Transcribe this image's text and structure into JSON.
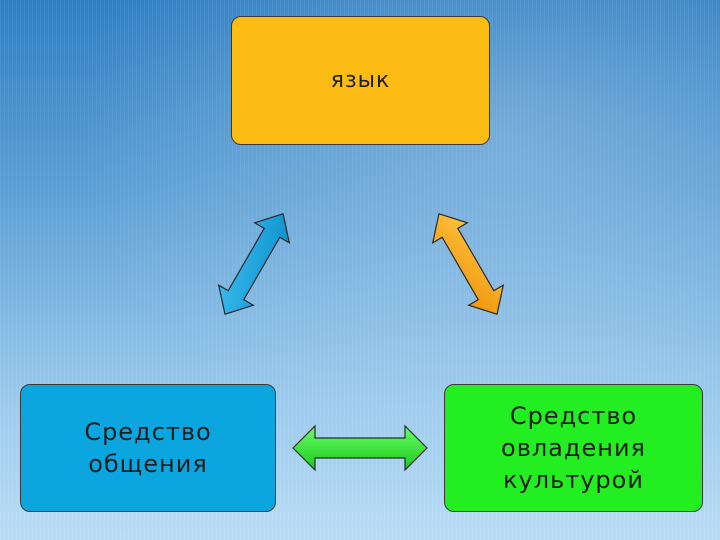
{
  "nodes": {
    "top": {
      "label": "язык",
      "color": "#fdbc14"
    },
    "left": {
      "label": "Средство\nобщения",
      "color": "#0ba6e0"
    },
    "right": {
      "label": "Средство\nовладения\nкультурой",
      "color": "#22ee22"
    }
  },
  "edges": [
    {
      "from": "left",
      "to": "top",
      "color": "#1aa3e0",
      "arrow": "double-headed"
    },
    {
      "from": "right",
      "to": "top",
      "color": "#f8a81a",
      "arrow": "double-headed"
    },
    {
      "from": "left",
      "to": "right",
      "color": "#33e833",
      "arrow": "double-headed"
    }
  ]
}
